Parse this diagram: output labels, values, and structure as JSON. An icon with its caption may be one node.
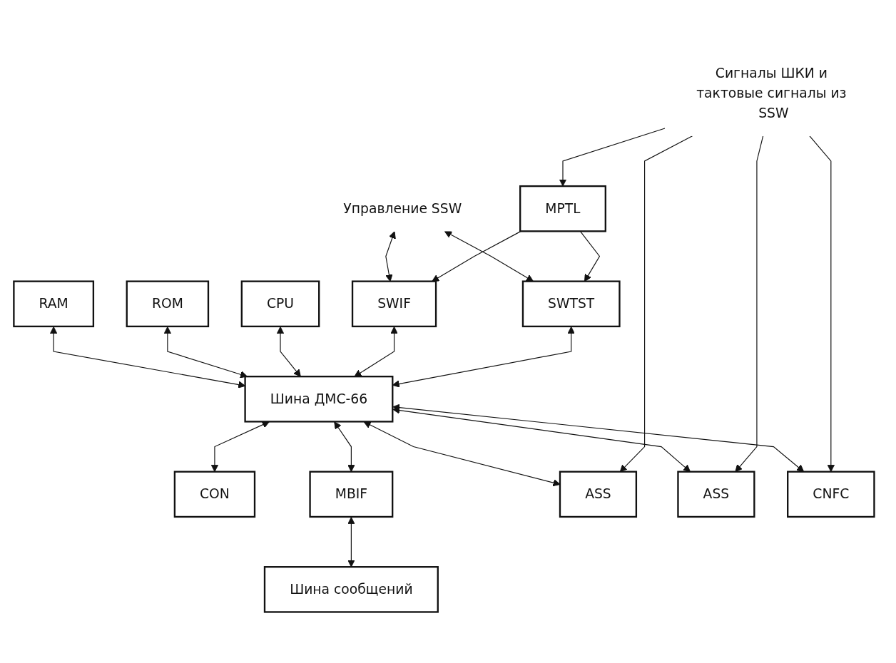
{
  "diagram": {
    "nodes": [
      {
        "text": [
          "Управление SSW"
        ]
      },
      {
        "text": [
          "Сигналы ШКИ и тактовые сигналы из SSW"
        ]
      },
      {
        "text": [
          "RAM"
        ]
      },
      {
        "text": [
          "ROM"
        ]
      },
      {
        "text": [
          "CPU"
        ]
      },
      {
        "text": [
          "SWIF"
        ]
      },
      {
        "text": [
          "SWTST"
        ]
      },
      {
        "text": [
          "MPTL"
        ]
      },
      {
        "text": [
          "Шина ДМС-66"
        ]
      },
      {
        "text": [
          "CON"
        ]
      },
      {
        "text": [
          "MBIF"
        ]
      },
      {
        "text": [
          "ASS"
        ]
      },
      {
        "text": [
          "ASS"
        ]
      },
      {
        "text": [
          "CNFC"
        ]
      },
      {
        "text": [
          "Шина сообщений"
        ]
      }
    ],
    "edges": [
      {
        "from": 0,
        "to": 5,
        "arrow": "both"
      },
      {
        "from": 0,
        "to": 6,
        "arrow": "both"
      },
      {
        "from": 7,
        "to": 6,
        "arrow": "to"
      },
      {
        "from": 7,
        "to": 5,
        "arrow": "to"
      },
      {
        "from": 1,
        "to": 7,
        "arrow": "to"
      },
      {
        "from": 2,
        "to": 8,
        "arrow": "both"
      },
      {
        "from": 3,
        "to": 8,
        "arrow": "both"
      },
      {
        "from": 4,
        "to": 8,
        "arrow": "both"
      },
      {
        "from": 5,
        "to": 8,
        "arrow": "both"
      },
      {
        "from": 6,
        "to": 8,
        "arrow": "both"
      },
      {
        "from": 8,
        "to": 9,
        "arrow": "both"
      },
      {
        "from": 8,
        "to": 10,
        "arrow": "both"
      },
      {
        "from": 8,
        "to": 11,
        "arrow": "both"
      },
      {
        "from": 8,
        "to": 12,
        "arrow": "both"
      },
      {
        "from": 8,
        "to": 13,
        "arrow": "both"
      },
      {
        "from": 10,
        "to": 14,
        "arrow": "both"
      },
      {
        "from": 1,
        "to": 11,
        "arrow": "to"
      },
      {
        "from": 1,
        "to": 12,
        "arrow": "to"
      },
      {
        "from": 1,
        "to": 13,
        "arrow": "to"
      }
    ]
  }
}
